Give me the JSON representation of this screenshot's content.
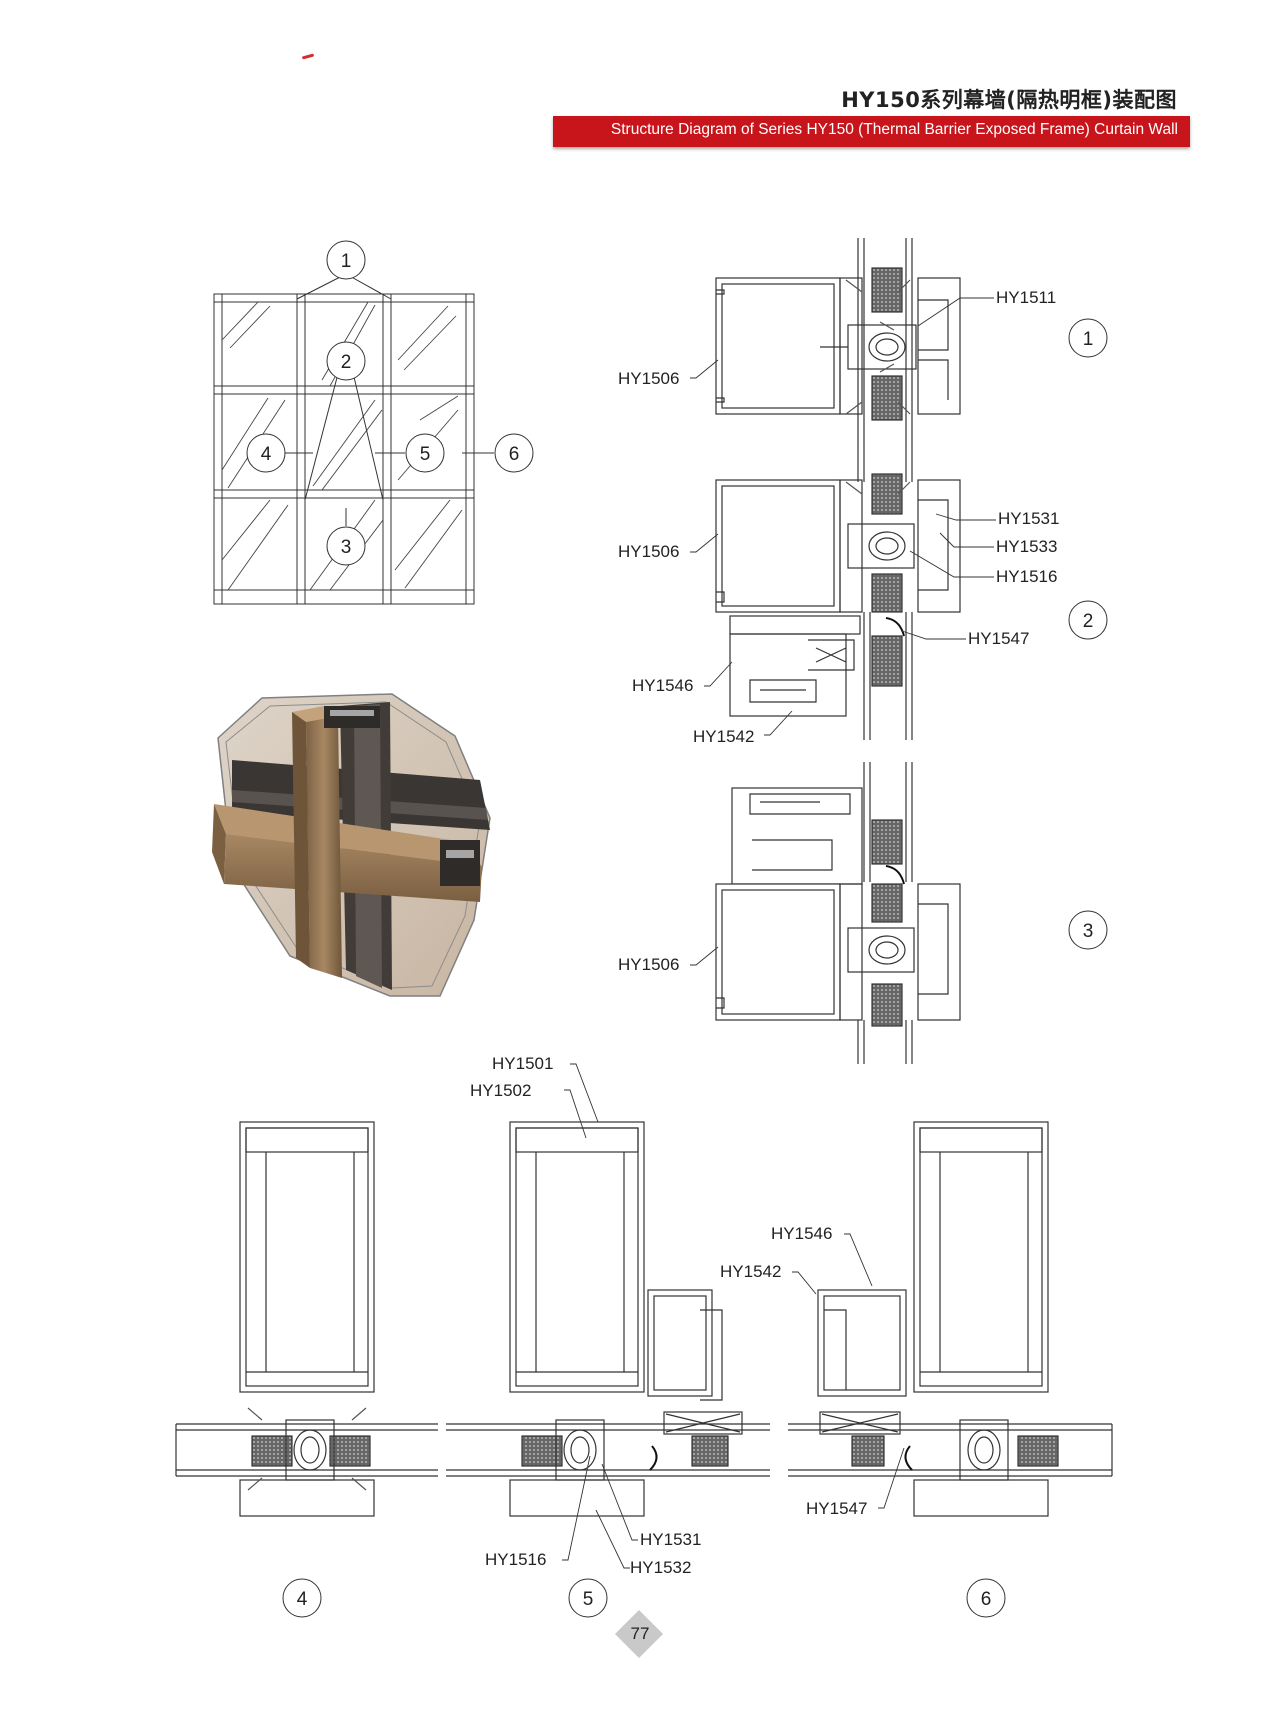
{
  "header": {
    "title_cn": "HY150系列幕墙(隔热明框)装配图",
    "title_en": "Structure Diagram of Series HY150 (Thermal Barrier Exposed Frame) Curtain Wall"
  },
  "elevation": {
    "callouts": [
      "1",
      "2",
      "3",
      "4",
      "5",
      "6"
    ]
  },
  "section_markers": [
    "1",
    "2",
    "3",
    "4",
    "5",
    "6"
  ],
  "part_labels": {
    "s1_hy1511": "HY1511",
    "s1_hy1506": "HY1506",
    "s2_hy1506": "HY1506",
    "s2_hy1531": "HY1531",
    "s2_hy1533": "HY1533",
    "s2_hy1516": "HY1516",
    "s2_hy1547": "HY1547",
    "s2_hy1546": "HY1546",
    "s2_hy1542": "HY1542",
    "s3_hy1506": "HY1506",
    "b_hy1501": "HY1501",
    "b_hy1502": "HY1502",
    "b_hy1516": "HY1516",
    "b_hy1531": "HY1531",
    "b_hy1532": "HY1532",
    "b_hy1546": "HY1546",
    "b_hy1542": "HY1542",
    "b_hy1547": "HY1547"
  },
  "page": {
    "number": "77"
  },
  "colors": {
    "accent_red": "#c8151c",
    "bronze": "#9a7a56",
    "glass": "#c9b8a6",
    "gasket": "#777777"
  }
}
